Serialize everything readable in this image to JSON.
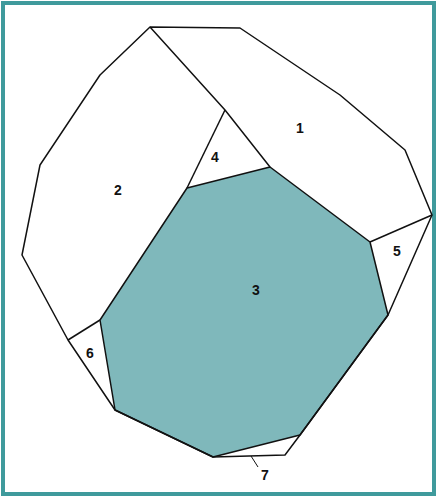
{
  "diagram": {
    "labels": [
      "1",
      "4",
      "2",
      "5",
      "3",
      "6",
      "7"
    ]
  }
}
